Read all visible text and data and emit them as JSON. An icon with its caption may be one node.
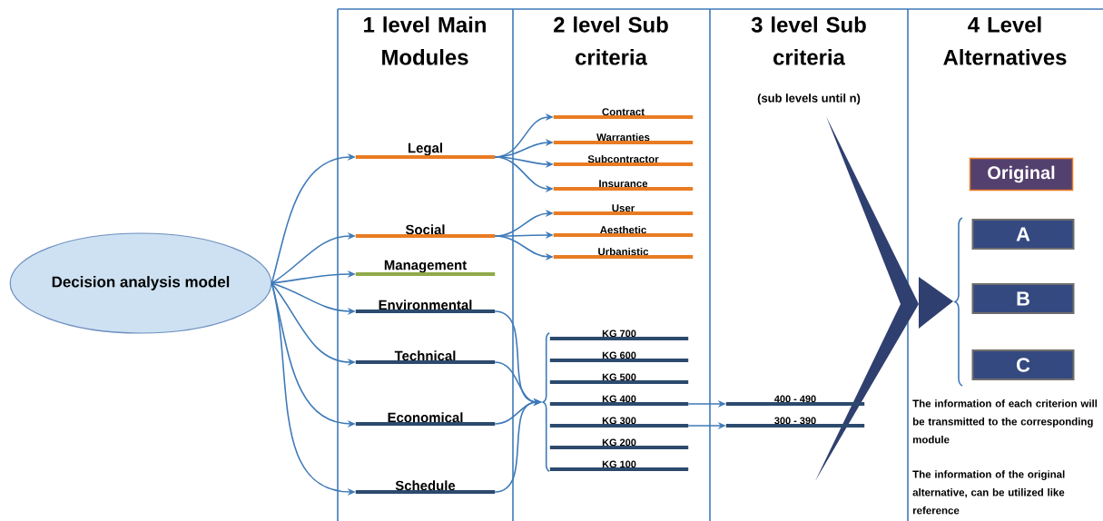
{
  "diagram": {
    "nodes": [
      {
        "text": [
          "Decision analysis model"
        ]
      },
      {
        "text": [
          "Legal"
        ]
      },
      {
        "text": [
          "Social"
        ]
      },
      {
        "text": [
          "Management"
        ]
      },
      {
        "text": [
          "Environmental"
        ]
      },
      {
        "text": [
          "Technical"
        ]
      },
      {
        "text": [
          "Economical"
        ]
      },
      {
        "text": [
          "Schedule"
        ]
      },
      {
        "text": [
          "Contract"
        ]
      },
      {
        "text": [
          "Warranties"
        ]
      },
      {
        "text": [
          "Subcontractor"
        ]
      },
      {
        "text": [
          "Insurance"
        ]
      },
      {
        "text": [
          "User"
        ]
      },
      {
        "text": [
          "Aesthetic"
        ]
      },
      {
        "text": [
          "Urbanistic"
        ]
      },
      {
        "text": [],
        "shape": "brace"
      },
      {
        "text": [
          "KG 700"
        ]
      },
      {
        "text": [
          "KG 600"
        ]
      },
      {
        "text": [
          "KG 500"
        ]
      },
      {
        "text": [
          "KG 400"
        ]
      },
      {
        "text": [
          "KG 300"
        ]
      },
      {
        "text": [
          "KG 200"
        ]
      },
      {
        "text": [
          "KG 100"
        ]
      },
      {
        "text": [
          "400 - 490"
        ]
      },
      {
        "text": [
          "300 - 390"
        ]
      },
      {
        "text": [
          "Original"
        ]
      },
      {
        "text": [
          "A"
        ]
      },
      {
        "text": [
          "B"
        ]
      },
      {
        "text": [
          "C"
        ]
      }
    ],
    "edges": [
      {
        "from": 0,
        "to": 1,
        "arrow": "to"
      },
      {
        "from": 0,
        "to": 2,
        "arrow": "to"
      },
      {
        "from": 0,
        "to": 3,
        "arrow": "to"
      },
      {
        "from": 0,
        "to": 4,
        "arrow": "to"
      },
      {
        "from": 0,
        "to": 5,
        "arrow": "to"
      },
      {
        "from": 0,
        "to": 6,
        "arrow": "to"
      },
      {
        "from": 0,
        "to": 7,
        "arrow": "to"
      },
      {
        "from": 1,
        "to": 8,
        "arrow": "to"
      },
      {
        "from": 1,
        "to": 9,
        "arrow": "to"
      },
      {
        "from": 1,
        "to": 10,
        "arrow": "to"
      },
      {
        "from": 1,
        "to": 11,
        "arrow": "to"
      },
      {
        "from": 2,
        "to": 12,
        "arrow": "to"
      },
      {
        "from": 2,
        "to": 13,
        "arrow": "to"
      },
      {
        "from": 2,
        "to": 14,
        "arrow": "to"
      },
      {
        "from": 4,
        "to": 15,
        "arrow": "to"
      },
      {
        "from": 5,
        "to": 15,
        "arrow": "to"
      },
      {
        "from": 6,
        "to": 15,
        "arrow": "to"
      },
      {
        "from": 7,
        "to": 15,
        "arrow": "to"
      },
      {
        "from": 19,
        "to": 23,
        "arrow": "to"
      },
      {
        "from": 20,
        "to": 24,
        "arrow": "to"
      }
    ],
    "labels": [
      "1 level Main Modules",
      "2 level Sub criteria",
      "3 level Sub criteria",
      "(sub levels until n)",
      "4 Level Alternatives",
      "The information of each criterion will be transmitted to the corresponding module",
      "The information of the original alternative, can be utilized like reference"
    ]
  }
}
